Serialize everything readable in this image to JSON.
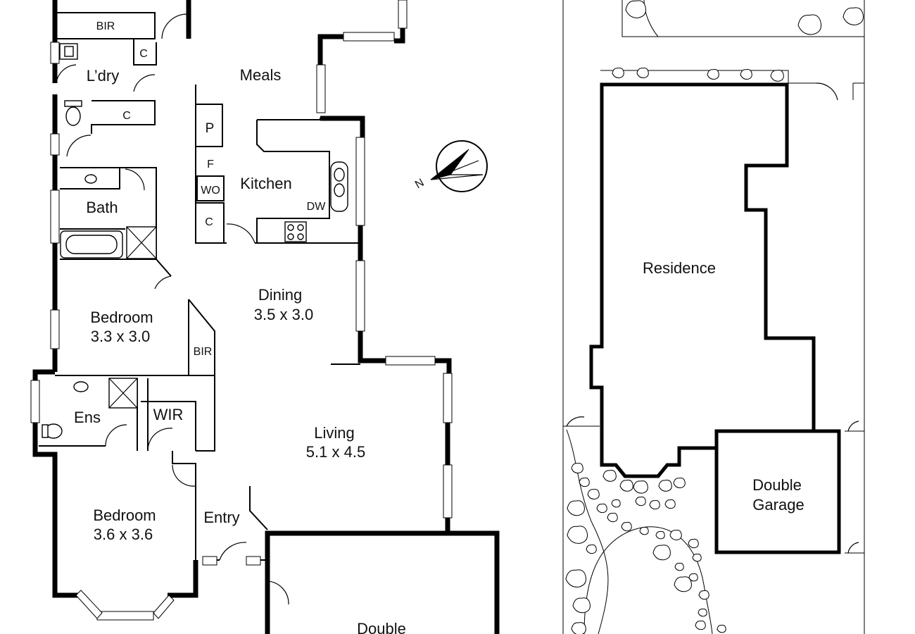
{
  "plan": {
    "rooms": {
      "bir_top": "BIR",
      "c_laundry": "C",
      "laundry": "L’dry",
      "c_hall": "C",
      "meals": "Meals",
      "pantry": "P",
      "fridge": "F",
      "wall_oven": "WO",
      "kitchen": "Kitchen",
      "c_kitchen": "C",
      "dishwasher": "DW",
      "bath": "Bath",
      "dining": "Dining",
      "dining_size": "3.5 x 3.0",
      "bedroom2": "Bedroom",
      "bedroom2_size": "3.3 x 3.0",
      "bir_bed2": "BIR",
      "ensuite": "Ens",
      "wir": "WIR",
      "living": "Living",
      "living_size": "5.1 x 4.5",
      "bedroom1": "Bedroom",
      "bedroom1_size": "3.6 x 3.6",
      "entry": "Entry",
      "garage": "Double"
    },
    "north_label": "N"
  },
  "site": {
    "residence": "Residence",
    "garage_line1": "Double",
    "garage_line2": "Garage"
  }
}
